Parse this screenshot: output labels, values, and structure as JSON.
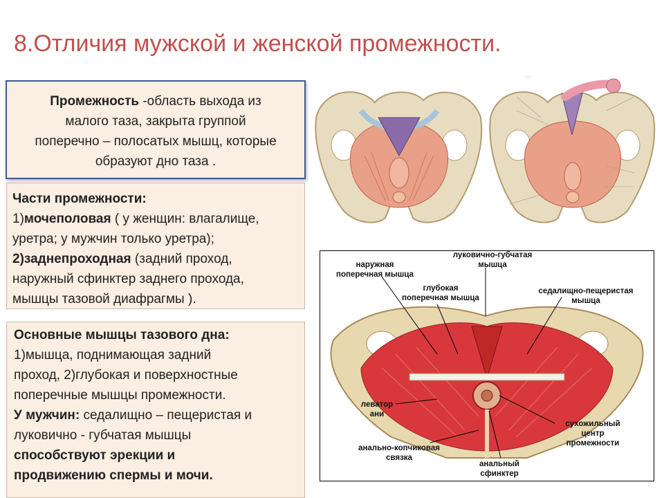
{
  "title": "8.Отличия мужской и женской промежности.",
  "definition": {
    "term": "Промежность",
    "lines": [
      "-область выхода из",
      "малого таза, закрыта группой",
      "поперечно – полосатых мышц, которые",
      "образуют дно таза ."
    ]
  },
  "parts": {
    "heading": "Части промежности:",
    "item1_num": "1)",
    "item1_term": "мочеполовая",
    "item1_text_a": " ( у женщин: влагалище,",
    "item1_text_b": "уретра; у мужчин  только уретра);",
    "item2_term": "2)заднепроходная",
    "item2_text_a": "  (задний проход,",
    "item2_text_b": "наружный сфинктер заднего прохода,",
    "item2_text_c": "мышцы тазовой диафрагмы )."
  },
  "muscles": {
    "heading": "Основные мышцы тазового дна:",
    "line1": "1)мышца, поднимающая задний",
    "line2": "проход, 2)глубокая  и поверхностные",
    "line3": "поперечные  мышцы промежности.",
    "men_term": "У мужчин:",
    "men_text_a": " седалищно – пещеристая и",
    "men_text_b": "луковично  - губчатая  мышцы",
    "bold_a": "способствуют эрекции и",
    "bold_b": "продвижению спермы и мочи."
  },
  "figure_labels": {
    "naruzhnaya_a": "наружная",
    "naruzhnaya_b": "поперечная мышца",
    "lukovichno_a": "луковично-губчатая",
    "lukovichno_b": "мышца",
    "glubokaya_a": "глубокая",
    "glubokaya_b": "поперечная мышца",
    "sedalishno_a": "седалищно-пещеристая",
    "sedalishno_b": "мышца",
    "levator_a": "леватор",
    "levator_b": "ани",
    "suhozhil_a": "сухожильный",
    "suhozhil_b": "центр",
    "suhozhil_c": "промежности",
    "analno_a": "анально-копчиковая",
    "analno_b": "связка",
    "analny_a": "анальный",
    "analny_b": "сфинктер"
  }
}
